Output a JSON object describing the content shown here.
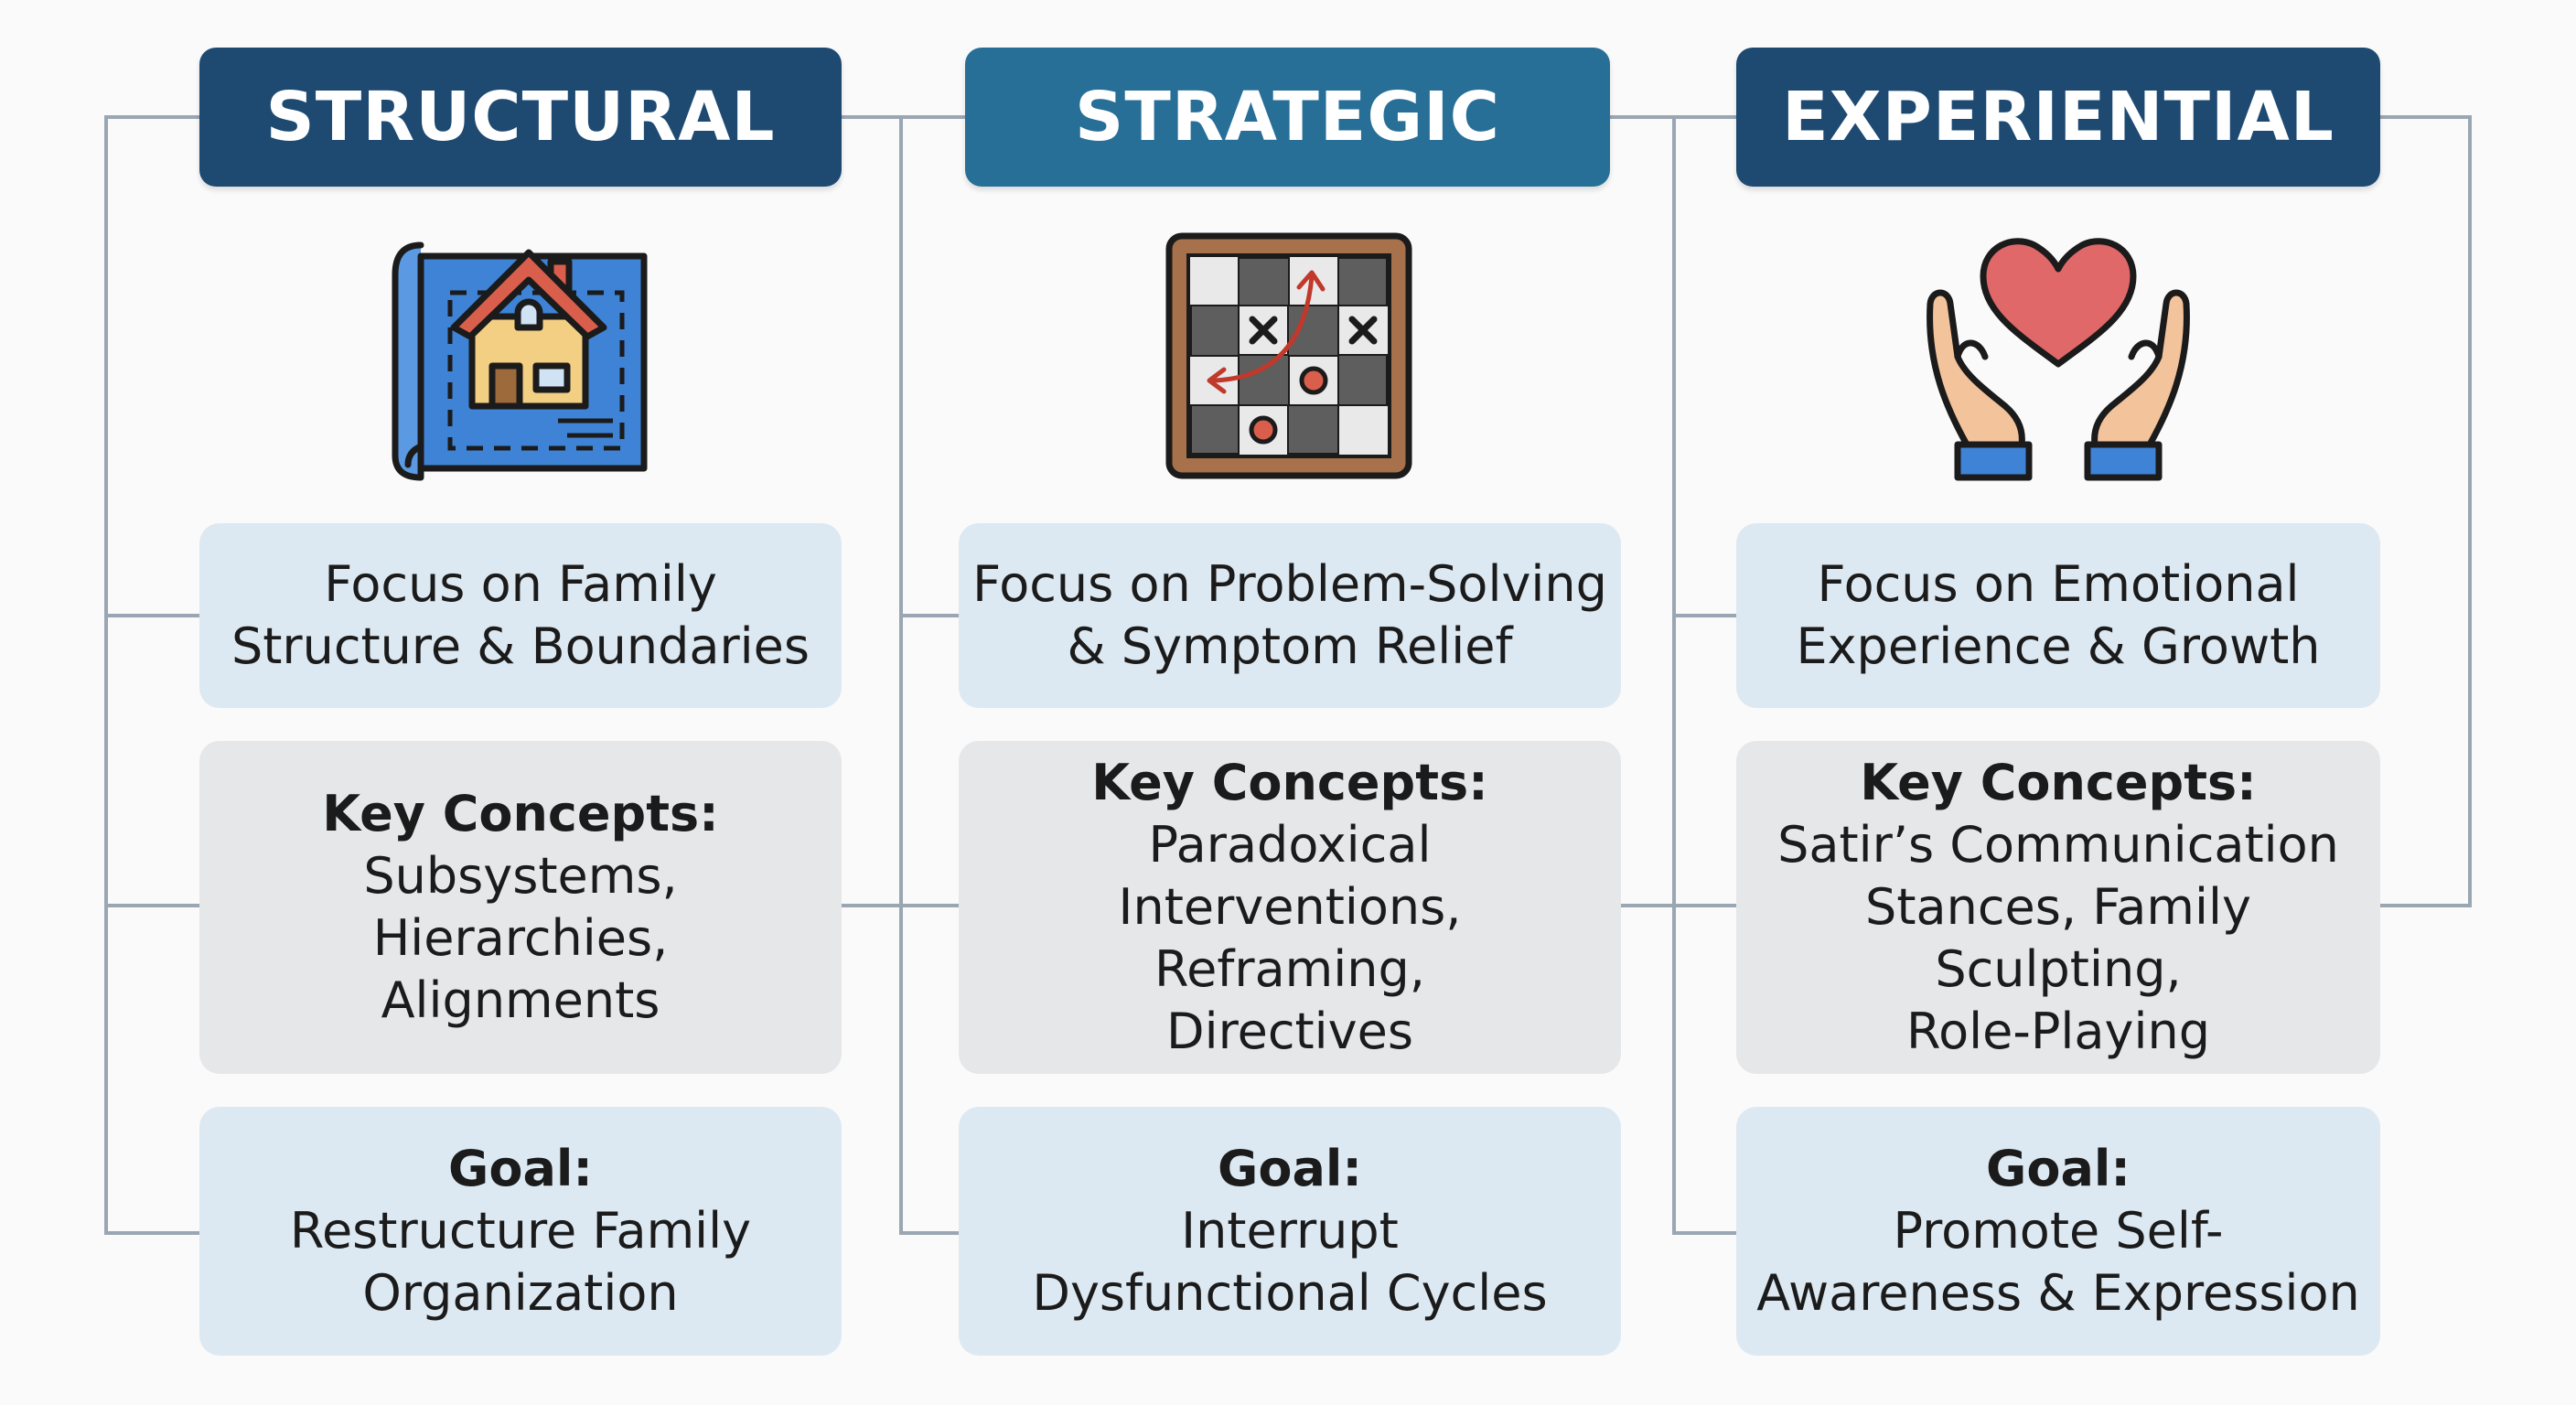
{
  "colors": {
    "structural_header": "#1e4a72",
    "strategic_header": "#276f97",
    "experiential_header": "#1e4a72",
    "connector": "#9aa6b2",
    "focus_box": "#dde9f2",
    "concepts_box": "#e5e7e9",
    "goal_box": "#dde9f2"
  },
  "columns": [
    {
      "title": "STRUCTURAL",
      "icon": "blueprint-house-icon",
      "focus": [
        "Focus on Family",
        "Structure & Boundaries"
      ],
      "concepts_heading": "Key Concepts:",
      "concepts": [
        "Subsystems,",
        "Hierarchies,",
        "Alignments"
      ],
      "goal_heading": "Goal:",
      "goal": [
        "Restructure Family",
        "Organization"
      ]
    },
    {
      "title": "STRATEGIC",
      "icon": "strategy-board-icon",
      "focus": [
        "Focus on Problem-Solving",
        "& Symptom Relief"
      ],
      "concepts_heading": "Key Concepts:",
      "concepts": [
        "Paradoxical",
        "Interventions,",
        "Reframing,",
        "Directives"
      ],
      "goal_heading": "Goal:",
      "goal": [
        "Interrupt",
        "Dysfunctional Cycles"
      ]
    },
    {
      "title": "EXPERIENTIAL",
      "icon": "hands-heart-icon",
      "focus": [
        "Focus on Emotional",
        "Experience & Growth"
      ],
      "concepts_heading": "Key Concepts:",
      "concepts": [
        "Satir’s Communication",
        "Stances, Family",
        "Sculpting,",
        "Role-Playing"
      ],
      "goal_heading": "Goal:",
      "goal": [
        "Promote Self-",
        "Awareness & Expression"
      ]
    }
  ]
}
